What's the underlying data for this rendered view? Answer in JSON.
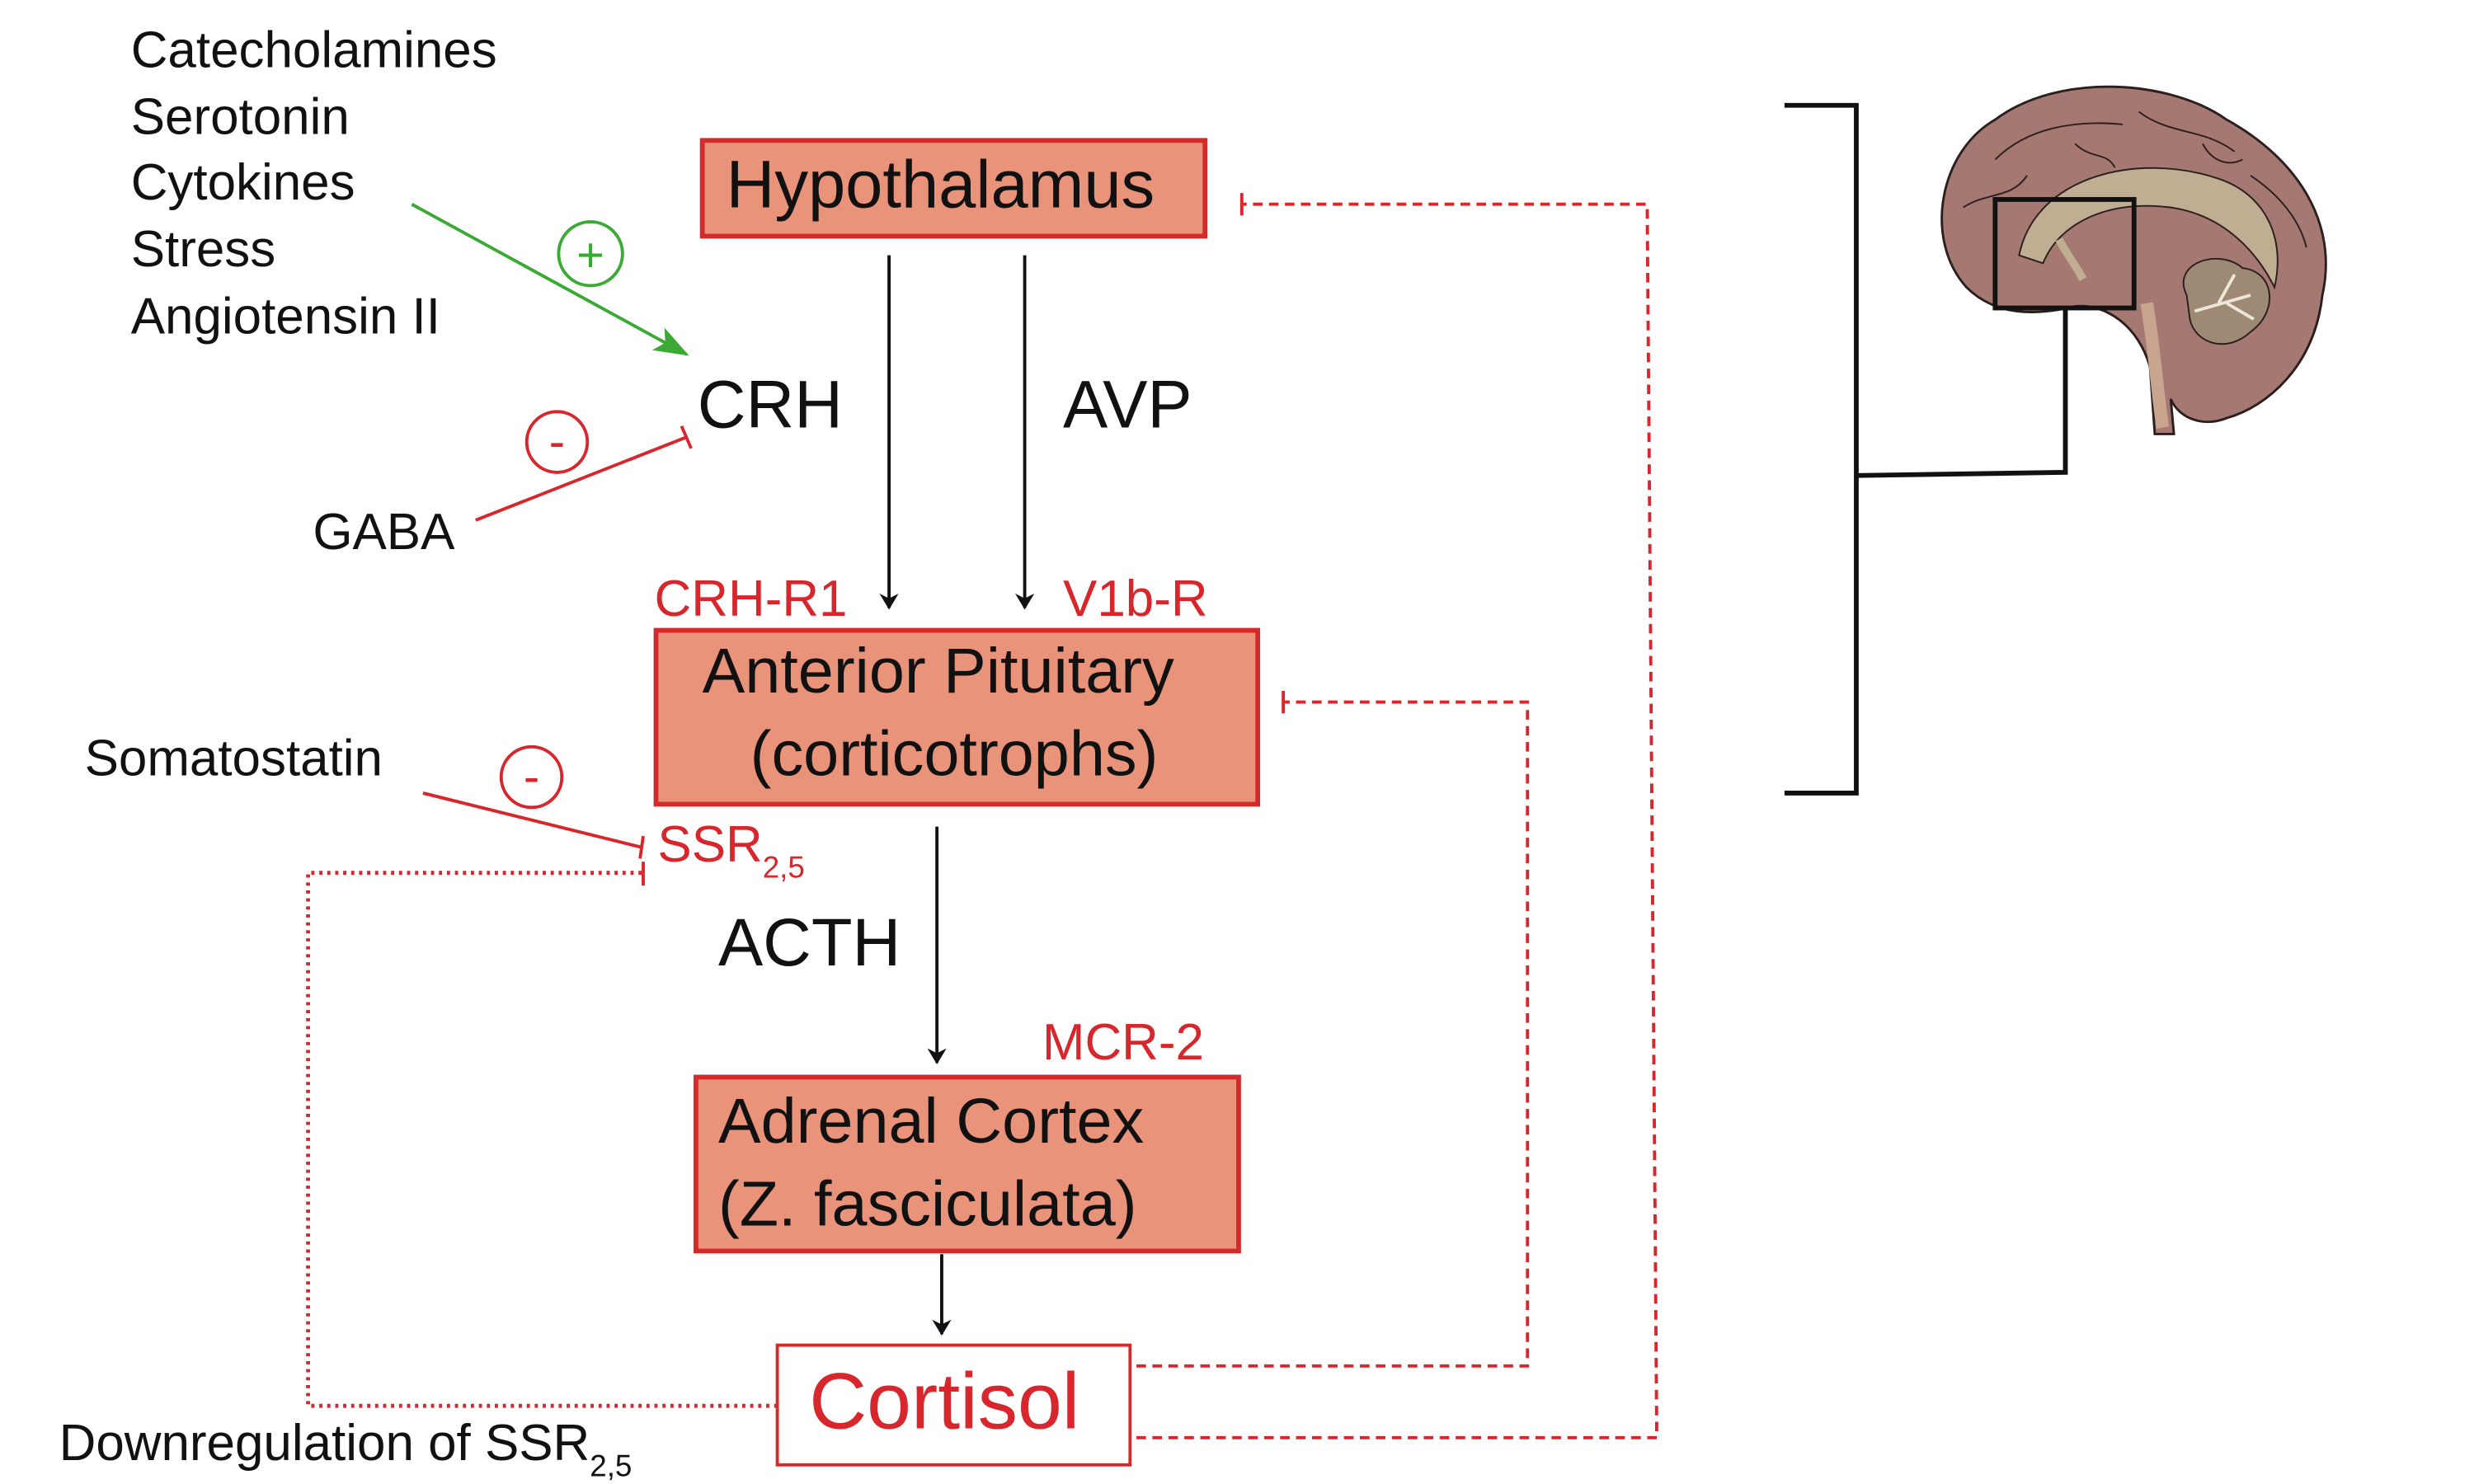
{
  "colors": {
    "box_fill": "#E8937A",
    "box_stroke": "#D42A2A",
    "inhibit": "#D7262C",
    "stimulate": "#3AAA35",
    "text": "#111111"
  },
  "stimuli": [
    "Catecholamines",
    "Serotonin",
    "Cytokines",
    "Stress",
    "Angiotensin II"
  ],
  "signs": {
    "plus": "+",
    "minus": "-"
  },
  "gaba": "GABA",
  "crh": "CRH",
  "avp": "AVP",
  "hypothalamus": "Hypothalamus",
  "crh_r1": "CRH-R1",
  "v1b_r": "V1b-R",
  "pituitary": {
    "line1": "Anterior Pituitary",
    "line2": "(corticotrophs)"
  },
  "somatostatin": "Somatostatin",
  "ssr": {
    "main": "SSR",
    "sub": "2,5"
  },
  "acth": "ACTH",
  "mcr2": "MCR-2",
  "adrenal": {
    "line1": "Adrenal Cortex",
    "line2": "(Z. fasciculata)"
  },
  "cortisol": "Cortisol",
  "downregulation": {
    "main": "Downregulation of SSR",
    "sub": "2,5"
  },
  "brain_icon": "sagittal-brain-illustration"
}
